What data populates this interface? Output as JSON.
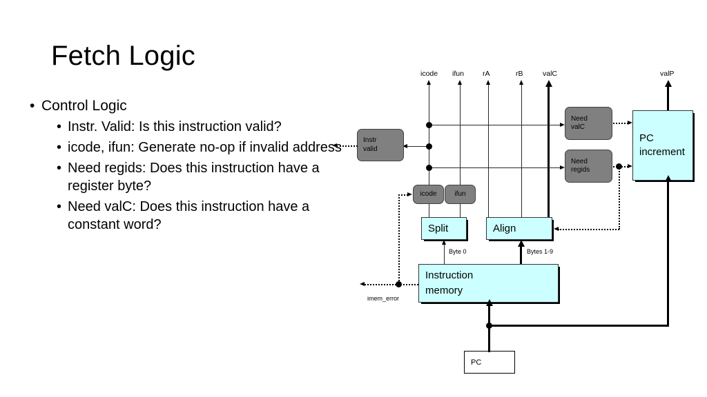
{
  "slide": {
    "title": "Fetch Logic",
    "bullet_glyph": "•",
    "bullets": [
      {
        "level": 1,
        "text": "Control Logic"
      },
      {
        "level": 2,
        "text": "Instr. Valid: Is this instruction valid?"
      },
      {
        "level": 2,
        "text": "icode, ifun: Generate no-op if invalid address"
      },
      {
        "level": 2,
        "text": "Need regids: Does this instruction have a register byte?"
      },
      {
        "level": 2,
        "text": "Need valC: Does this instruction have a constant word?"
      }
    ]
  },
  "diagram": {
    "signal_labels": {
      "icode": "icode",
      "ifun": "ifun",
      "rA": "rA",
      "rB": "rB",
      "valC": "valC",
      "valP": "valP",
      "byte0": "Byte 0",
      "bytes19": "Bytes 1-9",
      "imem_error": "imem_error"
    },
    "blocks": {
      "instr_valid": "Instr\nvalid",
      "need_valc": "Need\nvalC",
      "need_regids": "Need\nregids",
      "icode_reg": "icode",
      "ifun_reg": "ifun",
      "split": "Split",
      "align": "Align",
      "pc_increment": "PC\nincrement",
      "instruction_memory": "Instruction\nmemory",
      "pc": "PC"
    },
    "colors": {
      "datapath_fill": "#ccffff",
      "control_fill": "#808080",
      "register_fill": "#ffffff",
      "wire": "#000000"
    }
  }
}
